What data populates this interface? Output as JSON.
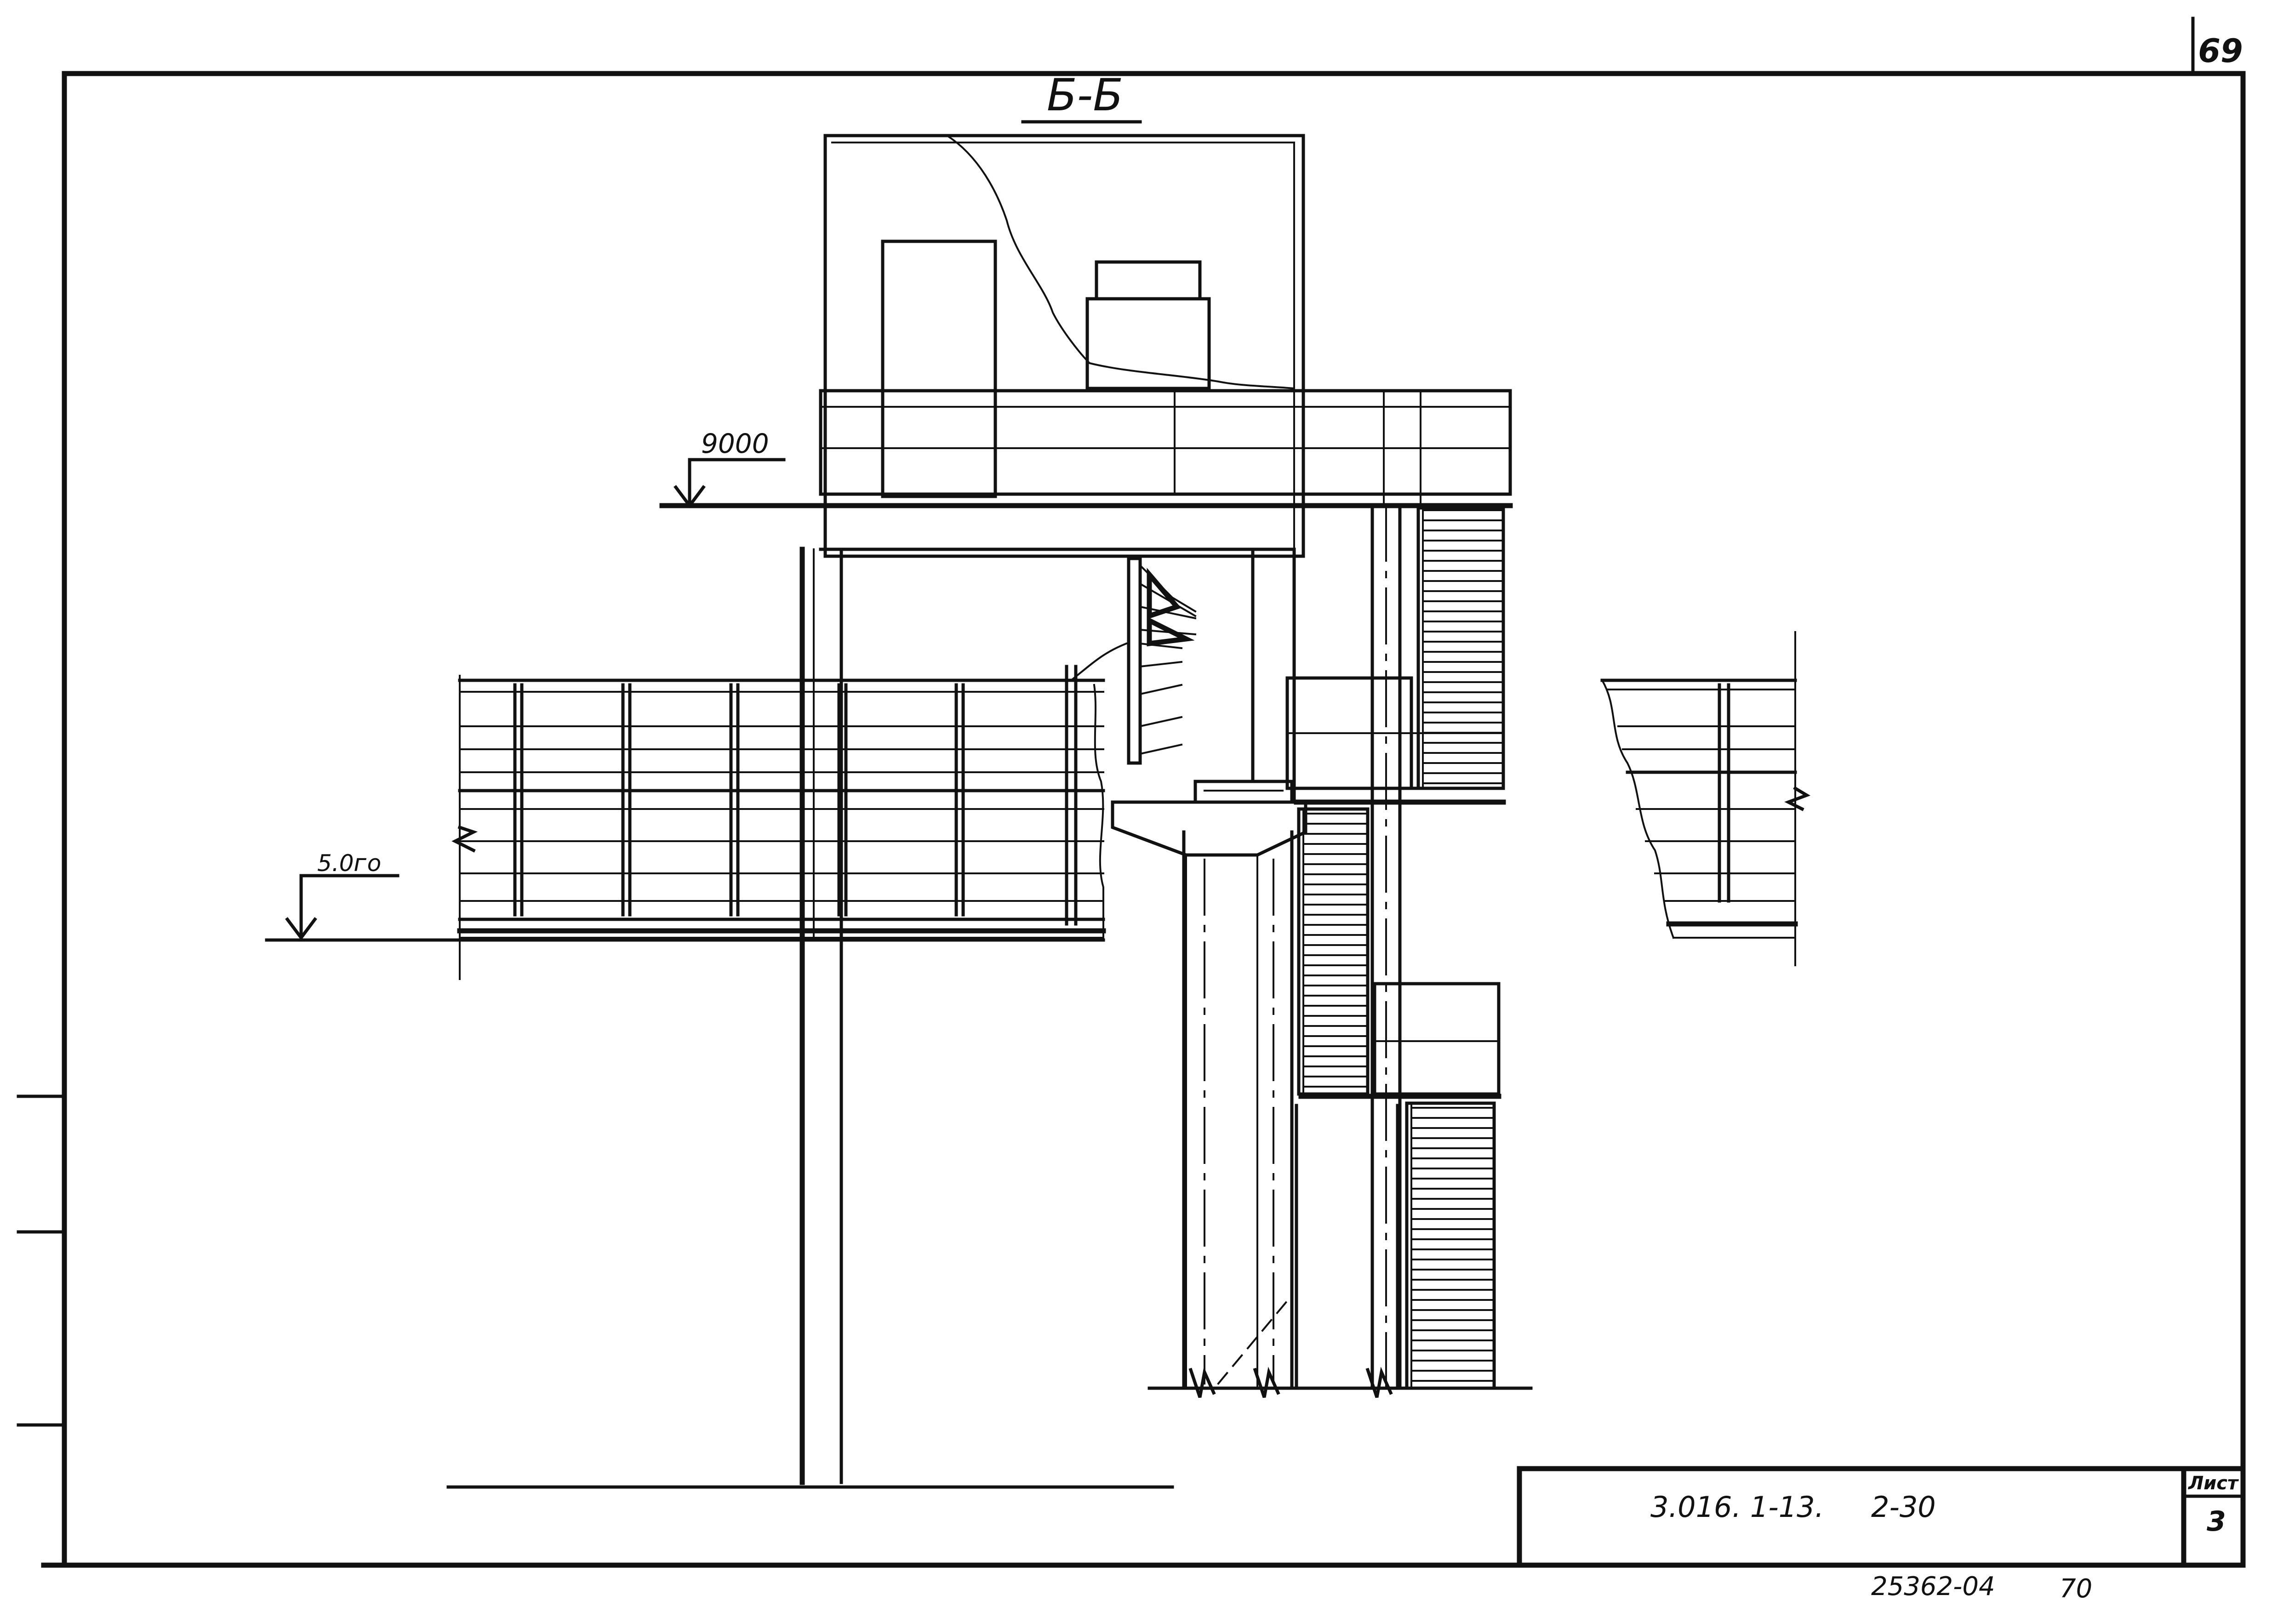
{
  "section": {
    "title": "Б-Б"
  },
  "elevations": [
    {
      "label": "9000"
    },
    {
      "label": "5.0ᴦᴏ"
    }
  ],
  "page_number": "69",
  "title_block": {
    "document_code": "3.016. 1-13.",
    "sheet_code": "2-30",
    "sheet_label": "Лист",
    "sheet_number": "3"
  },
  "bottom_code": "25362-04",
  "bottom_number": "70"
}
